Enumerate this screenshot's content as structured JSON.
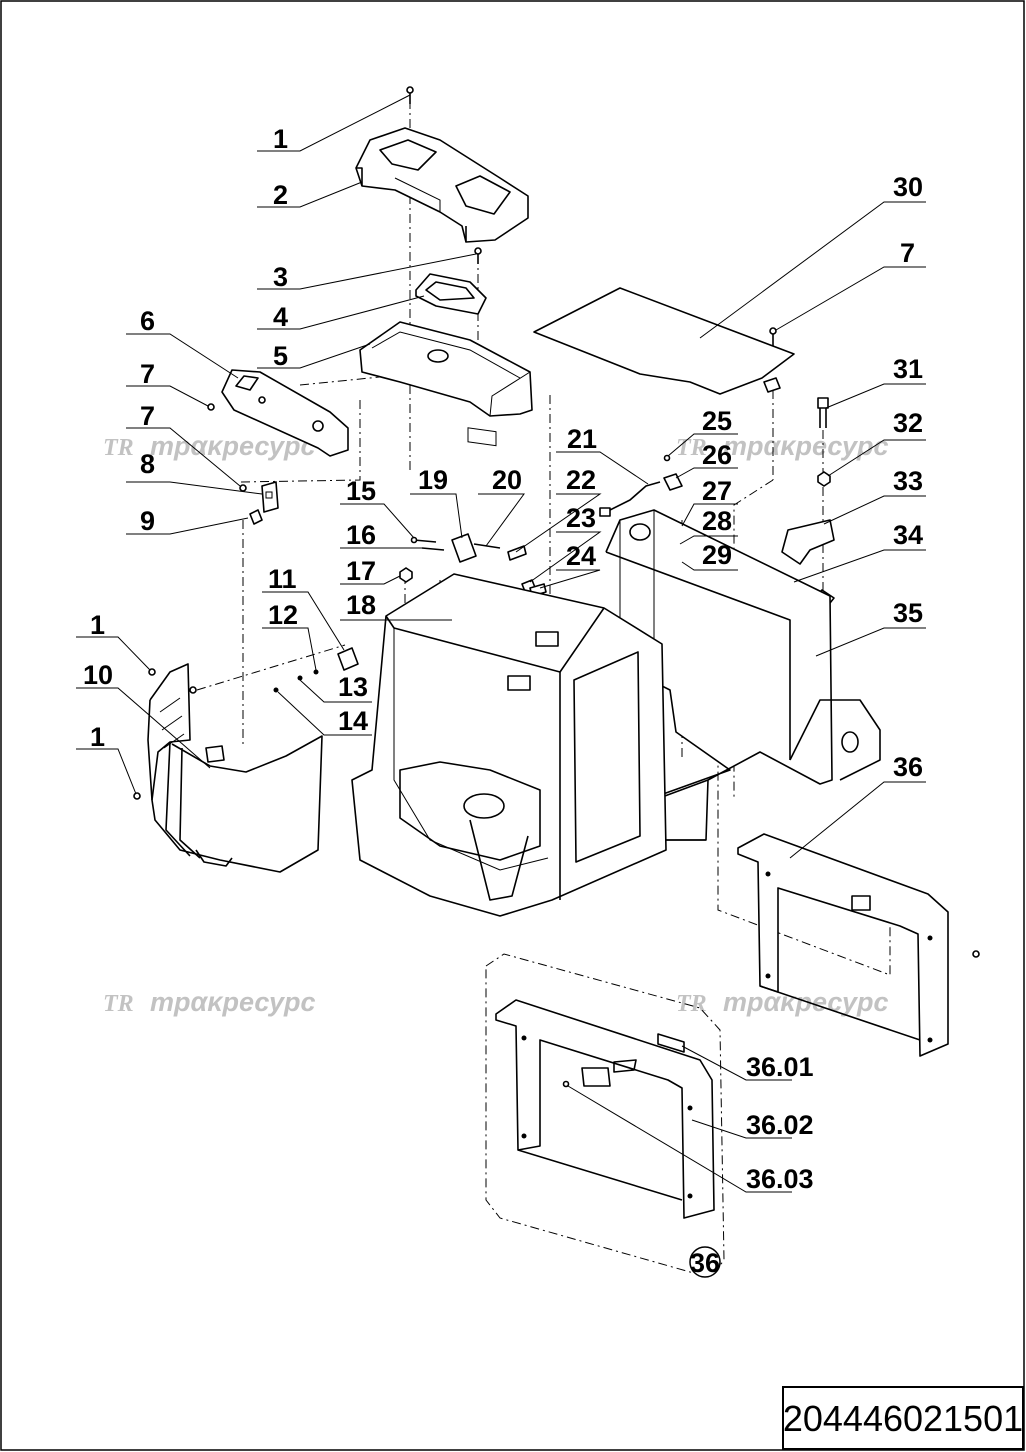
{
  "document": {
    "code": "204446021501",
    "watermark_text": "трακресурс",
    "watermark_logo": "TR",
    "subassembly_marker": "36"
  },
  "callouts": [
    {
      "id": "c1a",
      "label": "1"
    },
    {
      "id": "c2",
      "label": "2"
    },
    {
      "id": "c3",
      "label": "3"
    },
    {
      "id": "c4",
      "label": "4"
    },
    {
      "id": "c5",
      "label": "5"
    },
    {
      "id": "c6",
      "label": "6"
    },
    {
      "id": "c7a",
      "label": "7"
    },
    {
      "id": "c7b",
      "label": "7"
    },
    {
      "id": "c8",
      "label": "8"
    },
    {
      "id": "c9",
      "label": "9"
    },
    {
      "id": "c1b",
      "label": "1"
    },
    {
      "id": "c10",
      "label": "10"
    },
    {
      "id": "c1c",
      "label": "1"
    },
    {
      "id": "c11",
      "label": "11"
    },
    {
      "id": "c12",
      "label": "12"
    },
    {
      "id": "c13",
      "label": "13"
    },
    {
      "id": "c14",
      "label": "14"
    },
    {
      "id": "c15",
      "label": "15"
    },
    {
      "id": "c16",
      "label": "16"
    },
    {
      "id": "c17",
      "label": "17"
    },
    {
      "id": "c18",
      "label": "18"
    },
    {
      "id": "c19",
      "label": "19"
    },
    {
      "id": "c20",
      "label": "20"
    },
    {
      "id": "c21",
      "label": "21"
    },
    {
      "id": "c22",
      "label": "22"
    },
    {
      "id": "c23",
      "label": "23"
    },
    {
      "id": "c24",
      "label": "24"
    },
    {
      "id": "c25",
      "label": "25"
    },
    {
      "id": "c26",
      "label": "26"
    },
    {
      "id": "c27",
      "label": "27"
    },
    {
      "id": "c28",
      "label": "28"
    },
    {
      "id": "c29",
      "label": "29"
    },
    {
      "id": "c30",
      "label": "30"
    },
    {
      "id": "c7c",
      "label": "7"
    },
    {
      "id": "c31",
      "label": "31"
    },
    {
      "id": "c32",
      "label": "32"
    },
    {
      "id": "c33",
      "label": "33"
    },
    {
      "id": "c34",
      "label": "34"
    },
    {
      "id": "c35",
      "label": "35"
    },
    {
      "id": "c36",
      "label": "36"
    },
    {
      "id": "c3601",
      "label": "36.01"
    },
    {
      "id": "c3602",
      "label": "36.02"
    },
    {
      "id": "c3603",
      "label": "36.03"
    }
  ]
}
